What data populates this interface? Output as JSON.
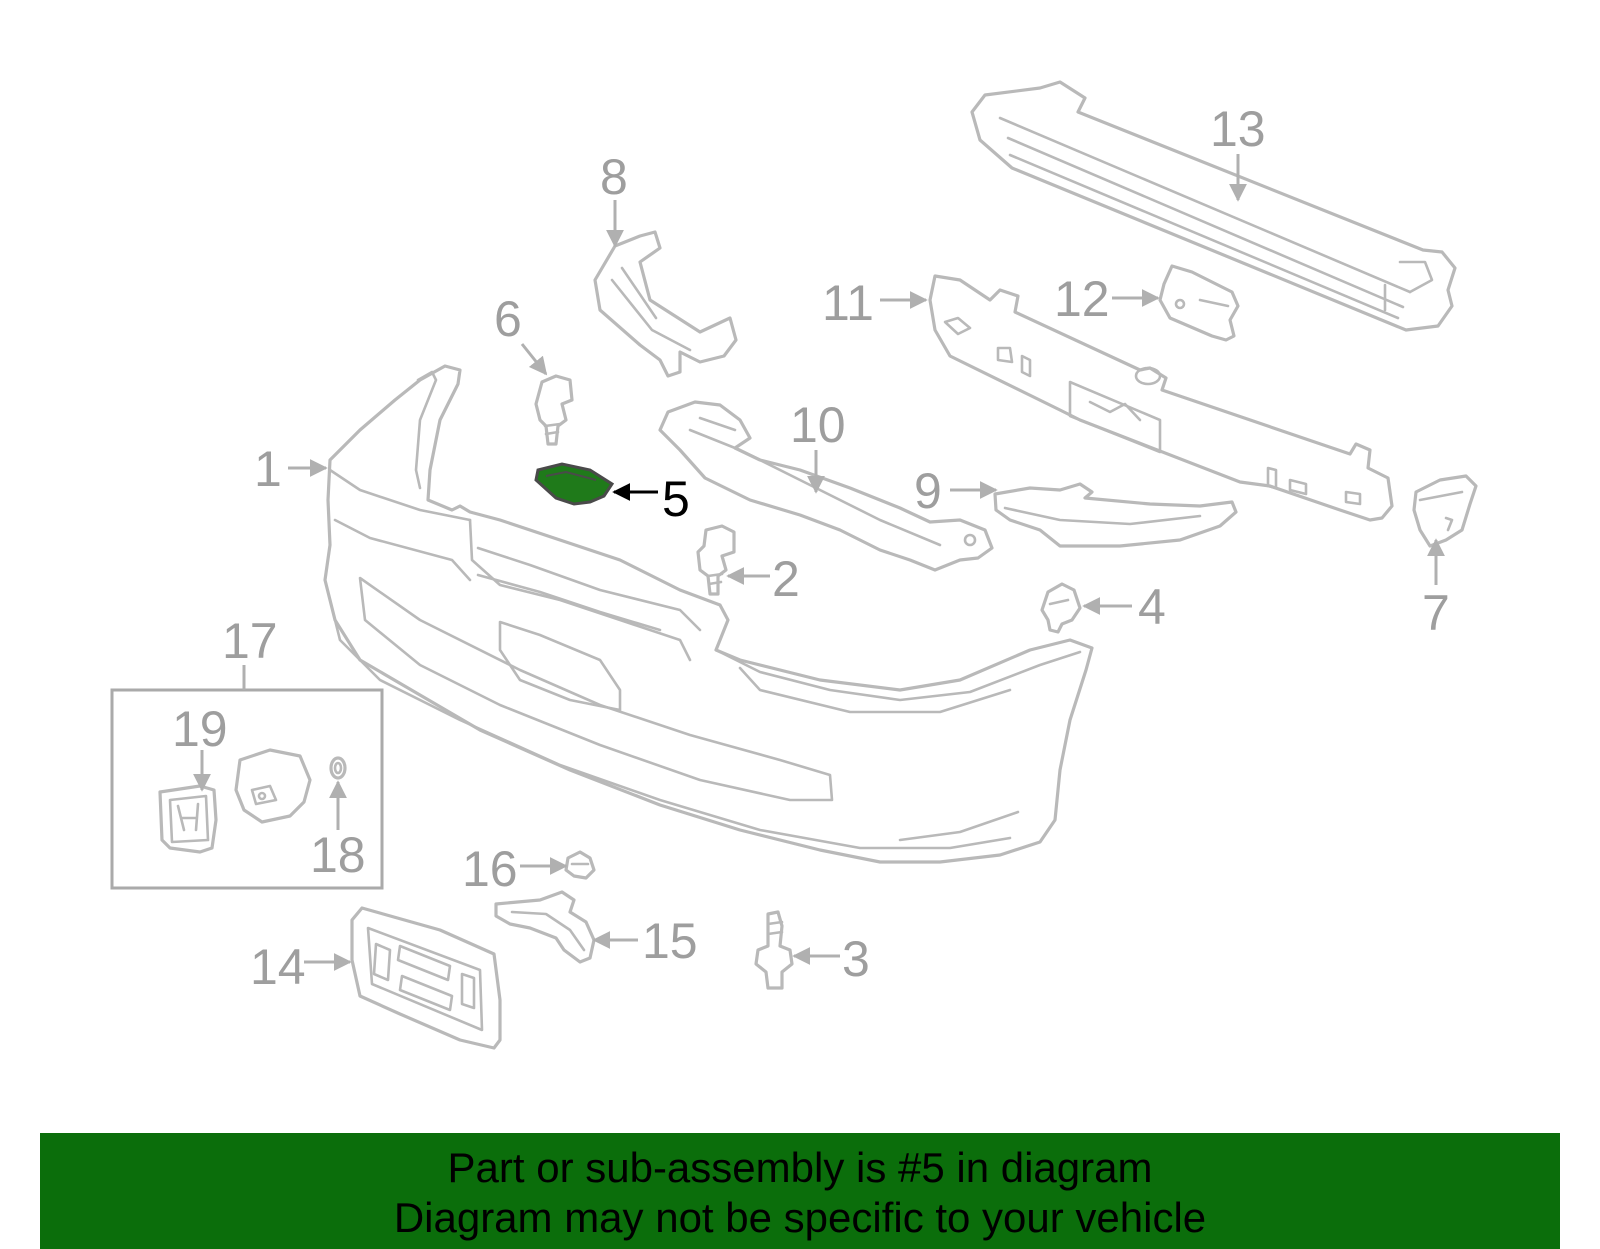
{
  "diagram": {
    "callouts": {
      "c1": "1",
      "c2": "2",
      "c3": "3",
      "c4": "4",
      "c5": "5",
      "c6": "6",
      "c7": "7",
      "c8": "8",
      "c9": "9",
      "c10": "10",
      "c11": "11",
      "c12": "12",
      "c13": "13",
      "c14": "14",
      "c15": "15",
      "c16": "16",
      "c17": "17",
      "c18": "18",
      "c19": "19"
    },
    "highlighted_part": "5",
    "highlight_color": "#1f7a1a",
    "line_color": "#b9b9b9"
  },
  "banner": {
    "line1": "Part or sub-assembly is #5 in diagram",
    "line2": "Diagram may not be specific to your vehicle",
    "background": "#0b6e0b"
  }
}
